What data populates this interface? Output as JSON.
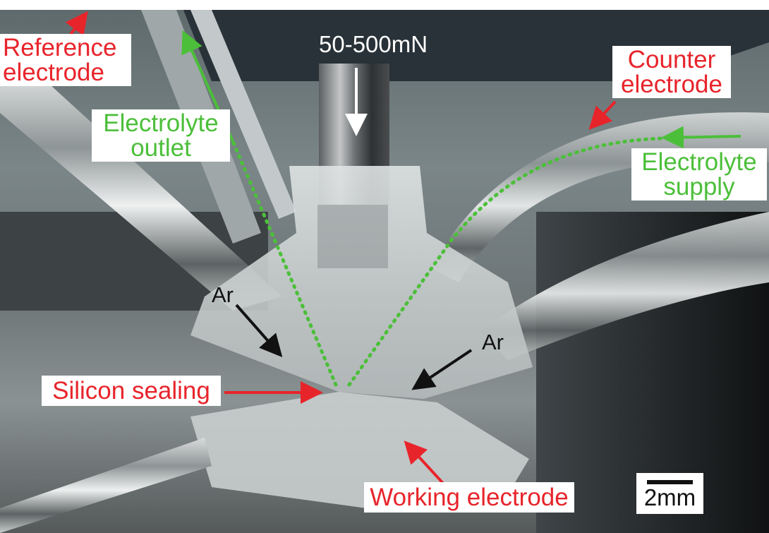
{
  "figure": {
    "description": "Annotated photograph of a droplet-cell electrochemical setup with tubes and a transparent nozzle",
    "force_label": "50-500mN",
    "labels": {
      "reference_electrode": [
        "Reference",
        "electrode"
      ],
      "electrolyte_outlet": [
        "Electrolyte",
        "outlet"
      ],
      "counter_electrode": [
        "Counter",
        "electrode"
      ],
      "electrolyte_supply": [
        "Electrolyte",
        "supply"
      ],
      "ar_left": "Ar",
      "ar_right": "Ar",
      "silicon_sealing": "Silicon sealing",
      "working_electrode": "Working electrode"
    },
    "scale_bar": {
      "label": "2mm"
    },
    "colors": {
      "red_annotation": "#e8242b",
      "green_annotation": "#4cbf3a",
      "black_annotation": "#111111",
      "white_annotation": "#ffffff"
    }
  }
}
